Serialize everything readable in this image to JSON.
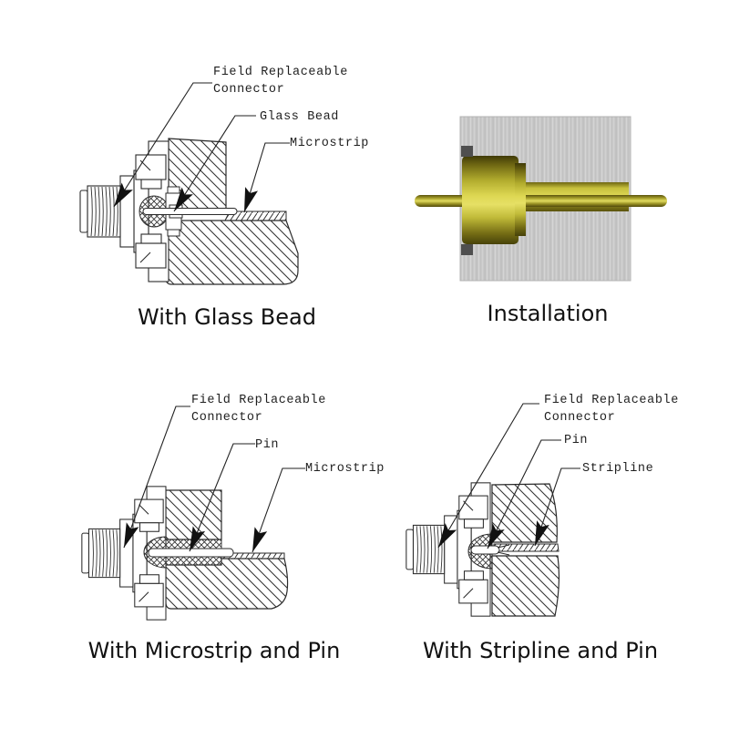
{
  "colors": {
    "line": "#2b2b2b",
    "gold_bright": "#e2dc60",
    "gold_dark": "#554e0c",
    "metal_gray": "#c9c9c9",
    "tab_gray": "#4f4f4f"
  },
  "panels": {
    "glass_bead": {
      "caption": "With Glass Bead",
      "labels": {
        "connector_line1": "Field Replaceable",
        "connector_line2": "Connector",
        "glass_bead": "Glass Bead",
        "microstrip": "Microstrip"
      }
    },
    "installation": {
      "caption": "Installation"
    },
    "microstrip_pin": {
      "caption": "With Microstrip and Pin",
      "labels": {
        "connector_line1": "Field Replaceable",
        "connector_line2": "Connector",
        "pin": "Pin",
        "microstrip": "Microstrip"
      }
    },
    "stripline_pin": {
      "caption": "With Stripline and Pin",
      "labels": {
        "connector_line1": "Field Replaceable",
        "connector_line2": "Connector",
        "pin": "Pin",
        "stripline": "Stripline"
      }
    }
  }
}
